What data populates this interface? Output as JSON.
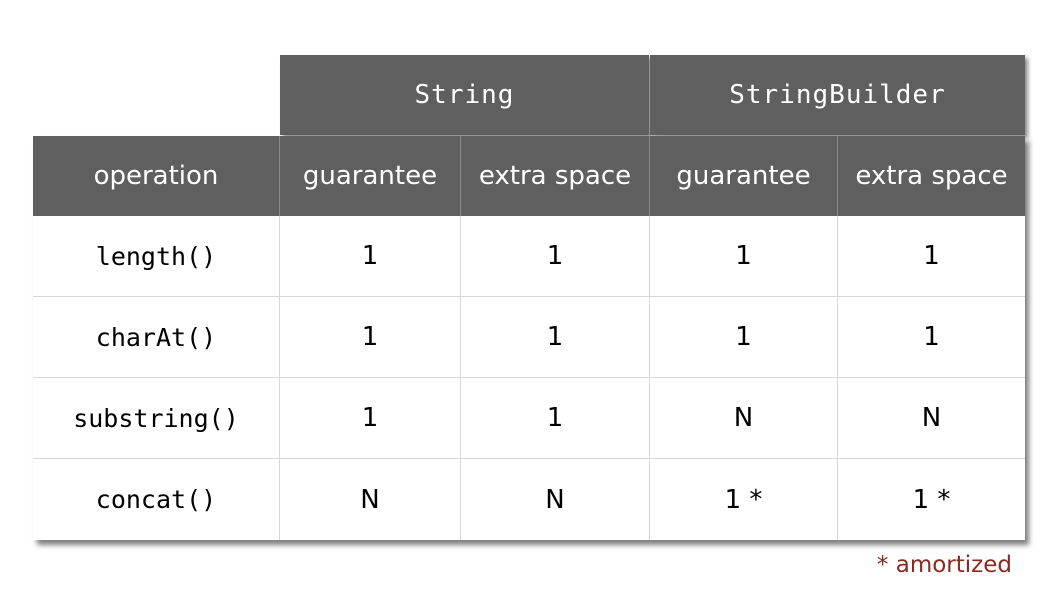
{
  "groups": {
    "string": "String",
    "stringbuilder": "StringBuilder"
  },
  "columns": [
    "operation",
    "guarantee",
    "extra space",
    "guarantee",
    "extra space"
  ],
  "rows": [
    [
      "length()",
      "1",
      "1",
      "1",
      "1"
    ],
    [
      "charAt()",
      "1",
      "1",
      "1",
      "1"
    ],
    [
      "substring()",
      "1",
      "1",
      "N",
      "N"
    ],
    [
      "concat()",
      "N",
      "N",
      "1 *",
      "1 *"
    ]
  ],
  "footnote": "*  amortized",
  "colors": {
    "header_bg": "#5f5f5f",
    "footnote": "#8b2a1f"
  }
}
